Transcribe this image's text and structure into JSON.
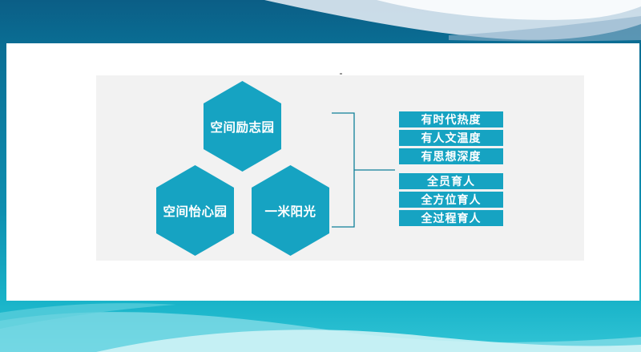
{
  "colors": {
    "hexagon_fill": "#16a3c2",
    "box_fill": "#16a3c2",
    "bracket_line": "#0f7f99",
    "panel_bg": "#f2f2f2"
  },
  "hexagons": [
    {
      "label": "空间励志园"
    },
    {
      "label": "空间怡心园"
    },
    {
      "label": "一米阳光"
    }
  ],
  "group_top": [
    {
      "label": "有时代热度"
    },
    {
      "label": "有人文温度"
    },
    {
      "label": "有思想深度"
    }
  ],
  "group_bottom": [
    {
      "label": "全员育人"
    },
    {
      "label": "全方位育人"
    },
    {
      "label": "全过程育人"
    }
  ]
}
